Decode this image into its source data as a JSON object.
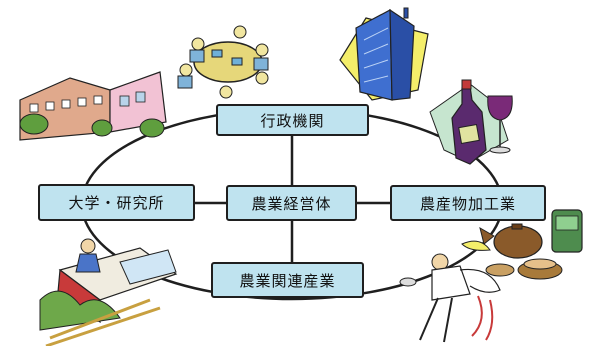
{
  "nodes": {
    "top": "行政機関",
    "left": "大学・研究所",
    "center": "農業経営体",
    "right": "農産物加工業",
    "bottom": "農業関連産業"
  },
  "colors": {
    "node_fill": "#bfe3ef",
    "outline": "#1f1f1f"
  },
  "illustrations": [
    "meeting-table-illustration",
    "school-building-illustration",
    "office-tower-illustration",
    "wine-bottle-glass-illustration",
    "teapot-cups-illustration",
    "farmer-greenhouse-illustration",
    "rice-planting-worker-illustration"
  ]
}
